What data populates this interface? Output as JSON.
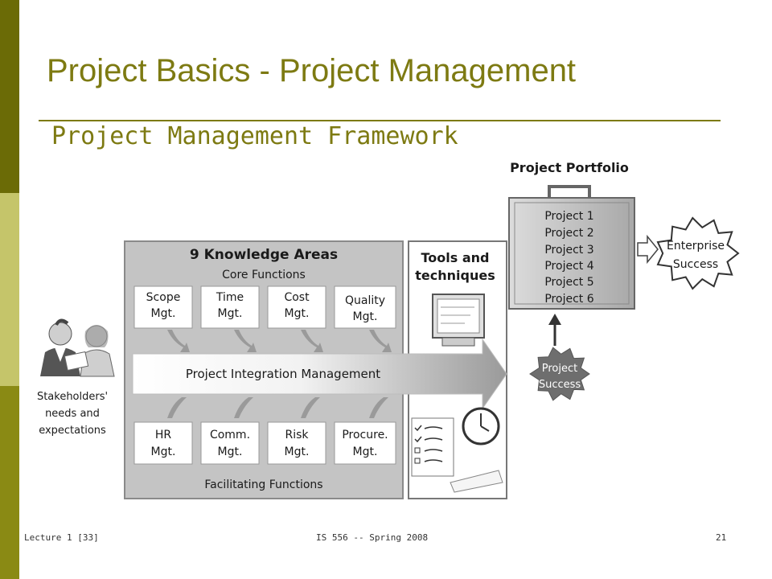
{
  "slide": {
    "title": "Project Basics - Project Management",
    "subtitle": "Project Management Framework",
    "footer_left": "Lecture 1 [33]",
    "footer_center": "IS 556 -- Spring 2008",
    "footer_right": "21"
  },
  "colors": {
    "accent": "#7d7a12",
    "sidebar_dark": "#6b6b06",
    "sidebar_light": "#c5c56a",
    "sidebar_mid": "#8a8a14"
  },
  "diagram": {
    "portfolio_title": "Project Portfolio",
    "portfolio_projects": [
      "Project 1",
      "Project 2",
      "Project 3",
      "Project 4",
      "Project 5",
      "Project 6"
    ],
    "enterprise_success": [
      "Enterprise",
      "Success"
    ],
    "project_success": [
      "Project",
      "Success"
    ],
    "knowledge_areas_title": "9 Knowledge Areas",
    "core_functions_label": "Core Functions",
    "core_functions": [
      [
        "Scope",
        "Mgt."
      ],
      [
        "Time",
        "Mgt."
      ],
      [
        "Cost",
        "Mgt."
      ],
      [
        "Quality",
        "Mgt."
      ]
    ],
    "integration_label": "Project Integration Management",
    "facilitating_functions": [
      [
        "HR",
        "Mgt."
      ],
      [
        "Comm.",
        "Mgt."
      ],
      [
        "Risk",
        "Mgt."
      ],
      [
        "Procure.",
        "Mgt."
      ]
    ],
    "facilitating_functions_label": "Facilitating Functions",
    "tools_label": [
      "Tools and",
      "techniques"
    ],
    "stakeholders_label": [
      "Stakeholders'",
      "needs and",
      "expectations"
    ]
  }
}
